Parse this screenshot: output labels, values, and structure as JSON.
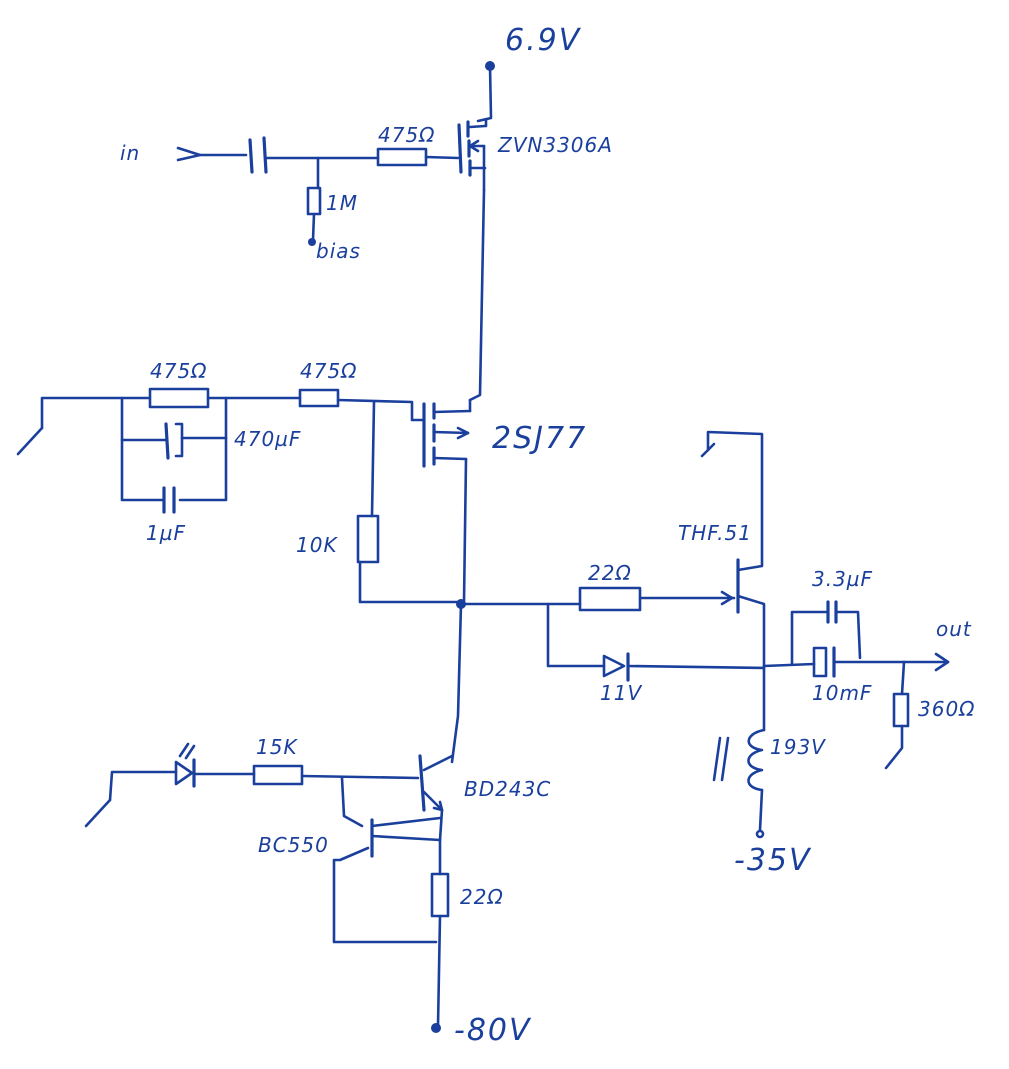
{
  "diagram": {
    "supplies": {
      "top": "6.9V",
      "bottom": "-80V",
      "neg": "-35V"
    },
    "nodes": {
      "input": "in",
      "output": "out",
      "bias": "bias"
    },
    "components": {
      "c_in_res": "475Ω",
      "r_bias": "1M",
      "q_top": "ZVN3306A",
      "r_fb_series": "475Ω",
      "r_fb_mid": "475Ω",
      "c_fb_elec": "470µF",
      "c_fb_film": "1µF",
      "q_mid": "2SJ77",
      "r_10k": "10K",
      "r_22_tube": "22Ω",
      "tube": "THF.51",
      "c_out_small": "3.3µF",
      "zener": "11V",
      "c_out": "10mF",
      "r_load": "360Ω",
      "choke": "193V",
      "r_led": "15K",
      "q_bd": "BD243C",
      "q_bc": "BC550",
      "r_sense": "22Ω"
    }
  }
}
